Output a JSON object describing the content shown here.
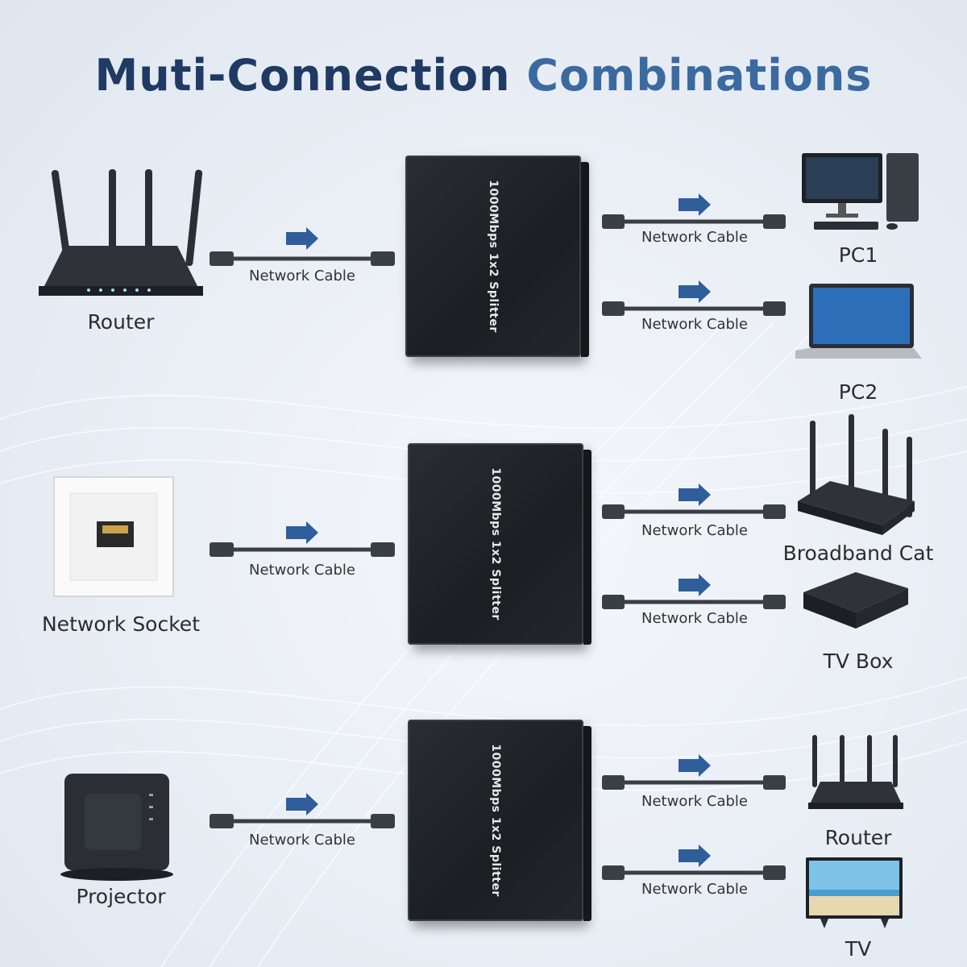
{
  "title_part1": "Muti-Connection",
  "title_part2": "Combinations",
  "cable_label": "Network Cable",
  "splitter_label": "1000Mbps 1x2 Splitter",
  "rows": [
    {
      "source": "Router",
      "outputs": [
        "PC1",
        "PC2"
      ]
    },
    {
      "source": "Network Socket",
      "outputs": [
        "Broadband Cat",
        "TV Box"
      ]
    },
    {
      "source": "Projector",
      "outputs": [
        "Router",
        "TV"
      ]
    }
  ],
  "colors": {
    "title_dark": "#1f3a63",
    "title_light": "#3a6aa0",
    "arrow": "#2f5e9a",
    "device": "#2b2f35"
  }
}
